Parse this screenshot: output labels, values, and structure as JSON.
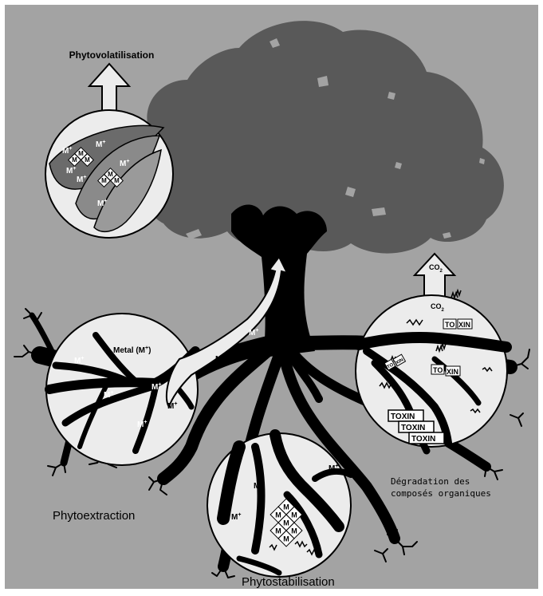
{
  "colors": {
    "background": "#a3a3a3",
    "canopy": "#595959",
    "trunk": "#000000",
    "circle_fill": "#ececec",
    "leaf_dark": "#6b6b6b",
    "leaf_mid": "#8a8a8a"
  },
  "labels": {
    "phytovolatilisation": "Phytovolatilisation",
    "phytoextraction": "Phytoextraction",
    "phytostabilisation": "Phytostabilisation",
    "degradation_line1": "Dégradation des",
    "degradation_line2": "composés organiques",
    "metal": "Metal (M",
    "metal_sup": "+",
    "metal_close": ")",
    "co2_arrow": "CO",
    "co2_inner": "CO",
    "co2_sub": "2"
  },
  "ion": {
    "base": "M",
    "charge": "+"
  },
  "toxin": {
    "word": "TOXIN",
    "split_left": "TO",
    "split_right": "XIN"
  },
  "metal_symbol": "M"
}
